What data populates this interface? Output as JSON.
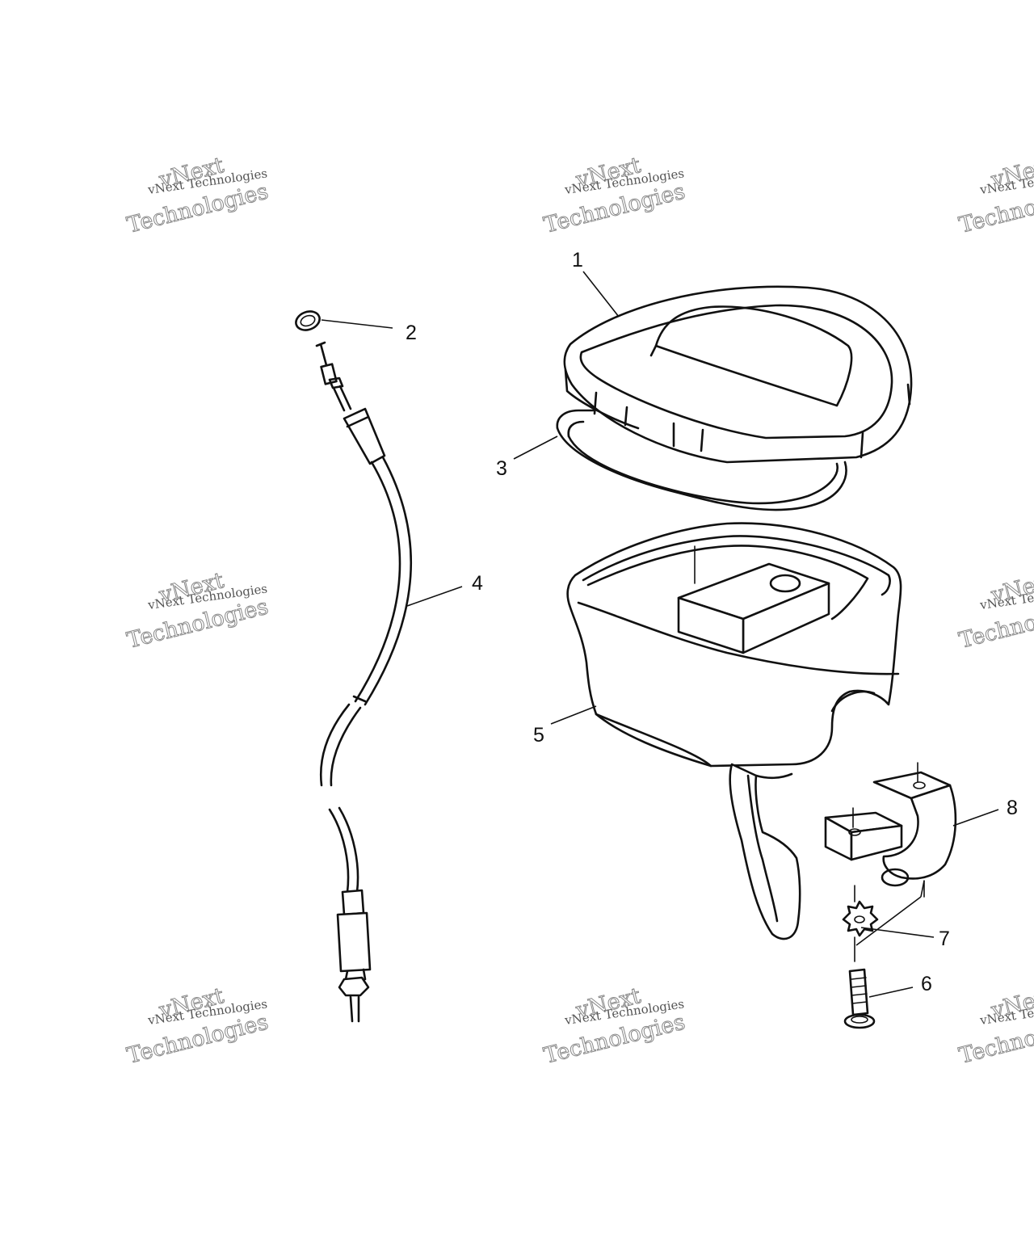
{
  "callouts": {
    "c1": "1",
    "c2": "2",
    "c3": "3",
    "c4": "4",
    "c5": "5",
    "c6": "6",
    "c7": "7",
    "c8": "8"
  },
  "parts": [
    {
      "id": "1",
      "name": "housing-cover"
    },
    {
      "id": "2",
      "name": "washer"
    },
    {
      "id": "3",
      "name": "gasket"
    },
    {
      "id": "4",
      "name": "throttle-cable"
    },
    {
      "id": "5",
      "name": "throttle-housing"
    },
    {
      "id": "6",
      "name": "screw"
    },
    {
      "id": "7",
      "name": "star-washer"
    },
    {
      "id": "8",
      "name": "handlebar-clamp"
    }
  ],
  "watermark": {
    "line_small": "vNext Technologies",
    "line_big_1": "vNext",
    "line_big_2": "Technologies"
  },
  "colors": {
    "line": "#111111",
    "background": "#ffffff",
    "watermark": "#888888"
  }
}
